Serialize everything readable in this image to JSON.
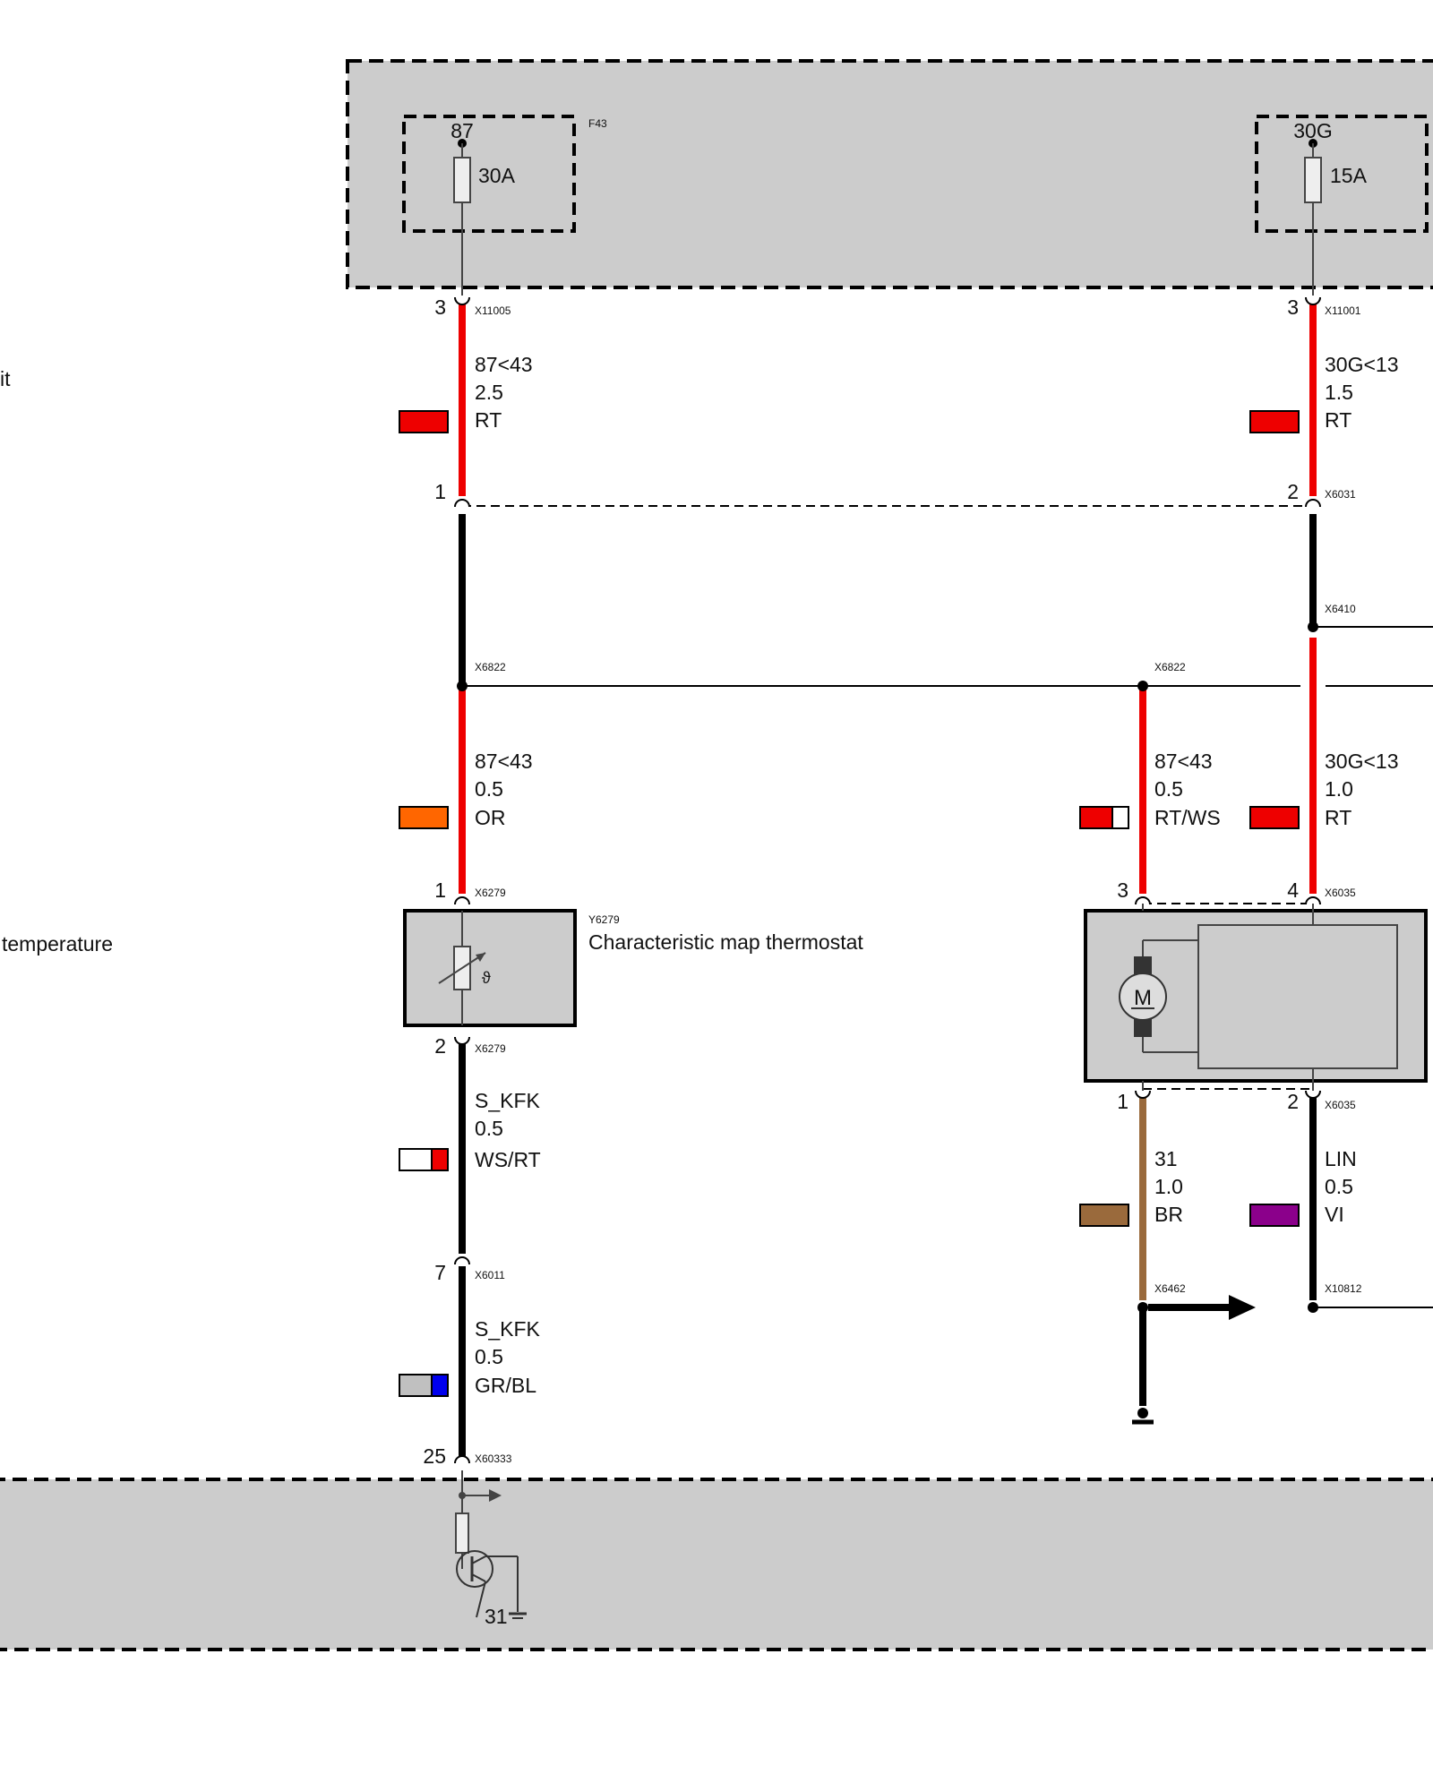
{
  "side_labels": {
    "top": "it",
    "middle": "temperature"
  },
  "fuses": [
    {
      "terminal": "87",
      "rating": "30A",
      "id": "F43"
    },
    {
      "terminal": "30G",
      "rating": "15A"
    }
  ],
  "connectors": {
    "c1": "X11005",
    "c2": "X11001",
    "c3": "X6031",
    "c4": "X6410",
    "c5": "X6822",
    "c6": "X6822",
    "c7": "X6279",
    "c8": "X6035",
    "c9": "X6279",
    "c10": "X6035",
    "c11": "X6011",
    "c12": "X6462",
    "c13": "X10812",
    "c14": "X60333"
  },
  "pins": {
    "p1": "3",
    "p2": "3",
    "p3": "1",
    "p4": "2",
    "p5": "1",
    "p6": "3",
    "p7": "4",
    "p8": "2",
    "p9": "1",
    "p10": "2",
    "p11": "7",
    "p12": "25",
    "ground": "31"
  },
  "wires": {
    "w1": {
      "signal": "87<43",
      "size": "2.5",
      "color": "RT",
      "c1": "#ee0000"
    },
    "w2": {
      "signal": "30G<13",
      "size": "1.5",
      "color": "RT",
      "c1": "#ee0000"
    },
    "w3": {
      "signal": "87<43",
      "size": "0.5",
      "color": "OR",
      "c1": "#ff6600"
    },
    "w4": {
      "signal": "87<43",
      "size": "0.5",
      "color": "RT/WS",
      "c1": "#ee0000",
      "c2": "#ffffff"
    },
    "w5": {
      "signal": "30G<13",
      "size": "1.0",
      "color": "RT",
      "c1": "#ee0000"
    },
    "w6": {
      "signal": "S_KFK",
      "size": "0.5",
      "color": "WS/RT",
      "c1": "#ffffff",
      "c2": "#ee0000"
    },
    "w7": {
      "signal": "31",
      "size": "1.0",
      "color": "BR",
      "c1": "#9a6a3c"
    },
    "w8": {
      "signal": "LIN",
      "size": "0.5",
      "color": "VI",
      "c1": "#8b008b"
    },
    "w9": {
      "signal": "S_KFK",
      "size": "0.5",
      "color": "GR/BL",
      "c1": "#c0c0c0",
      "c2": "#0000ee"
    }
  },
  "components": {
    "thermostat": {
      "id": "Y6279",
      "name": "Characteristic map thermostat"
    },
    "motor": {
      "symbol": "M"
    }
  },
  "colors": {
    "red": "#ee0000",
    "black": "#000000",
    "brown": "#9a6a3c",
    "panel": "#cccccc"
  }
}
